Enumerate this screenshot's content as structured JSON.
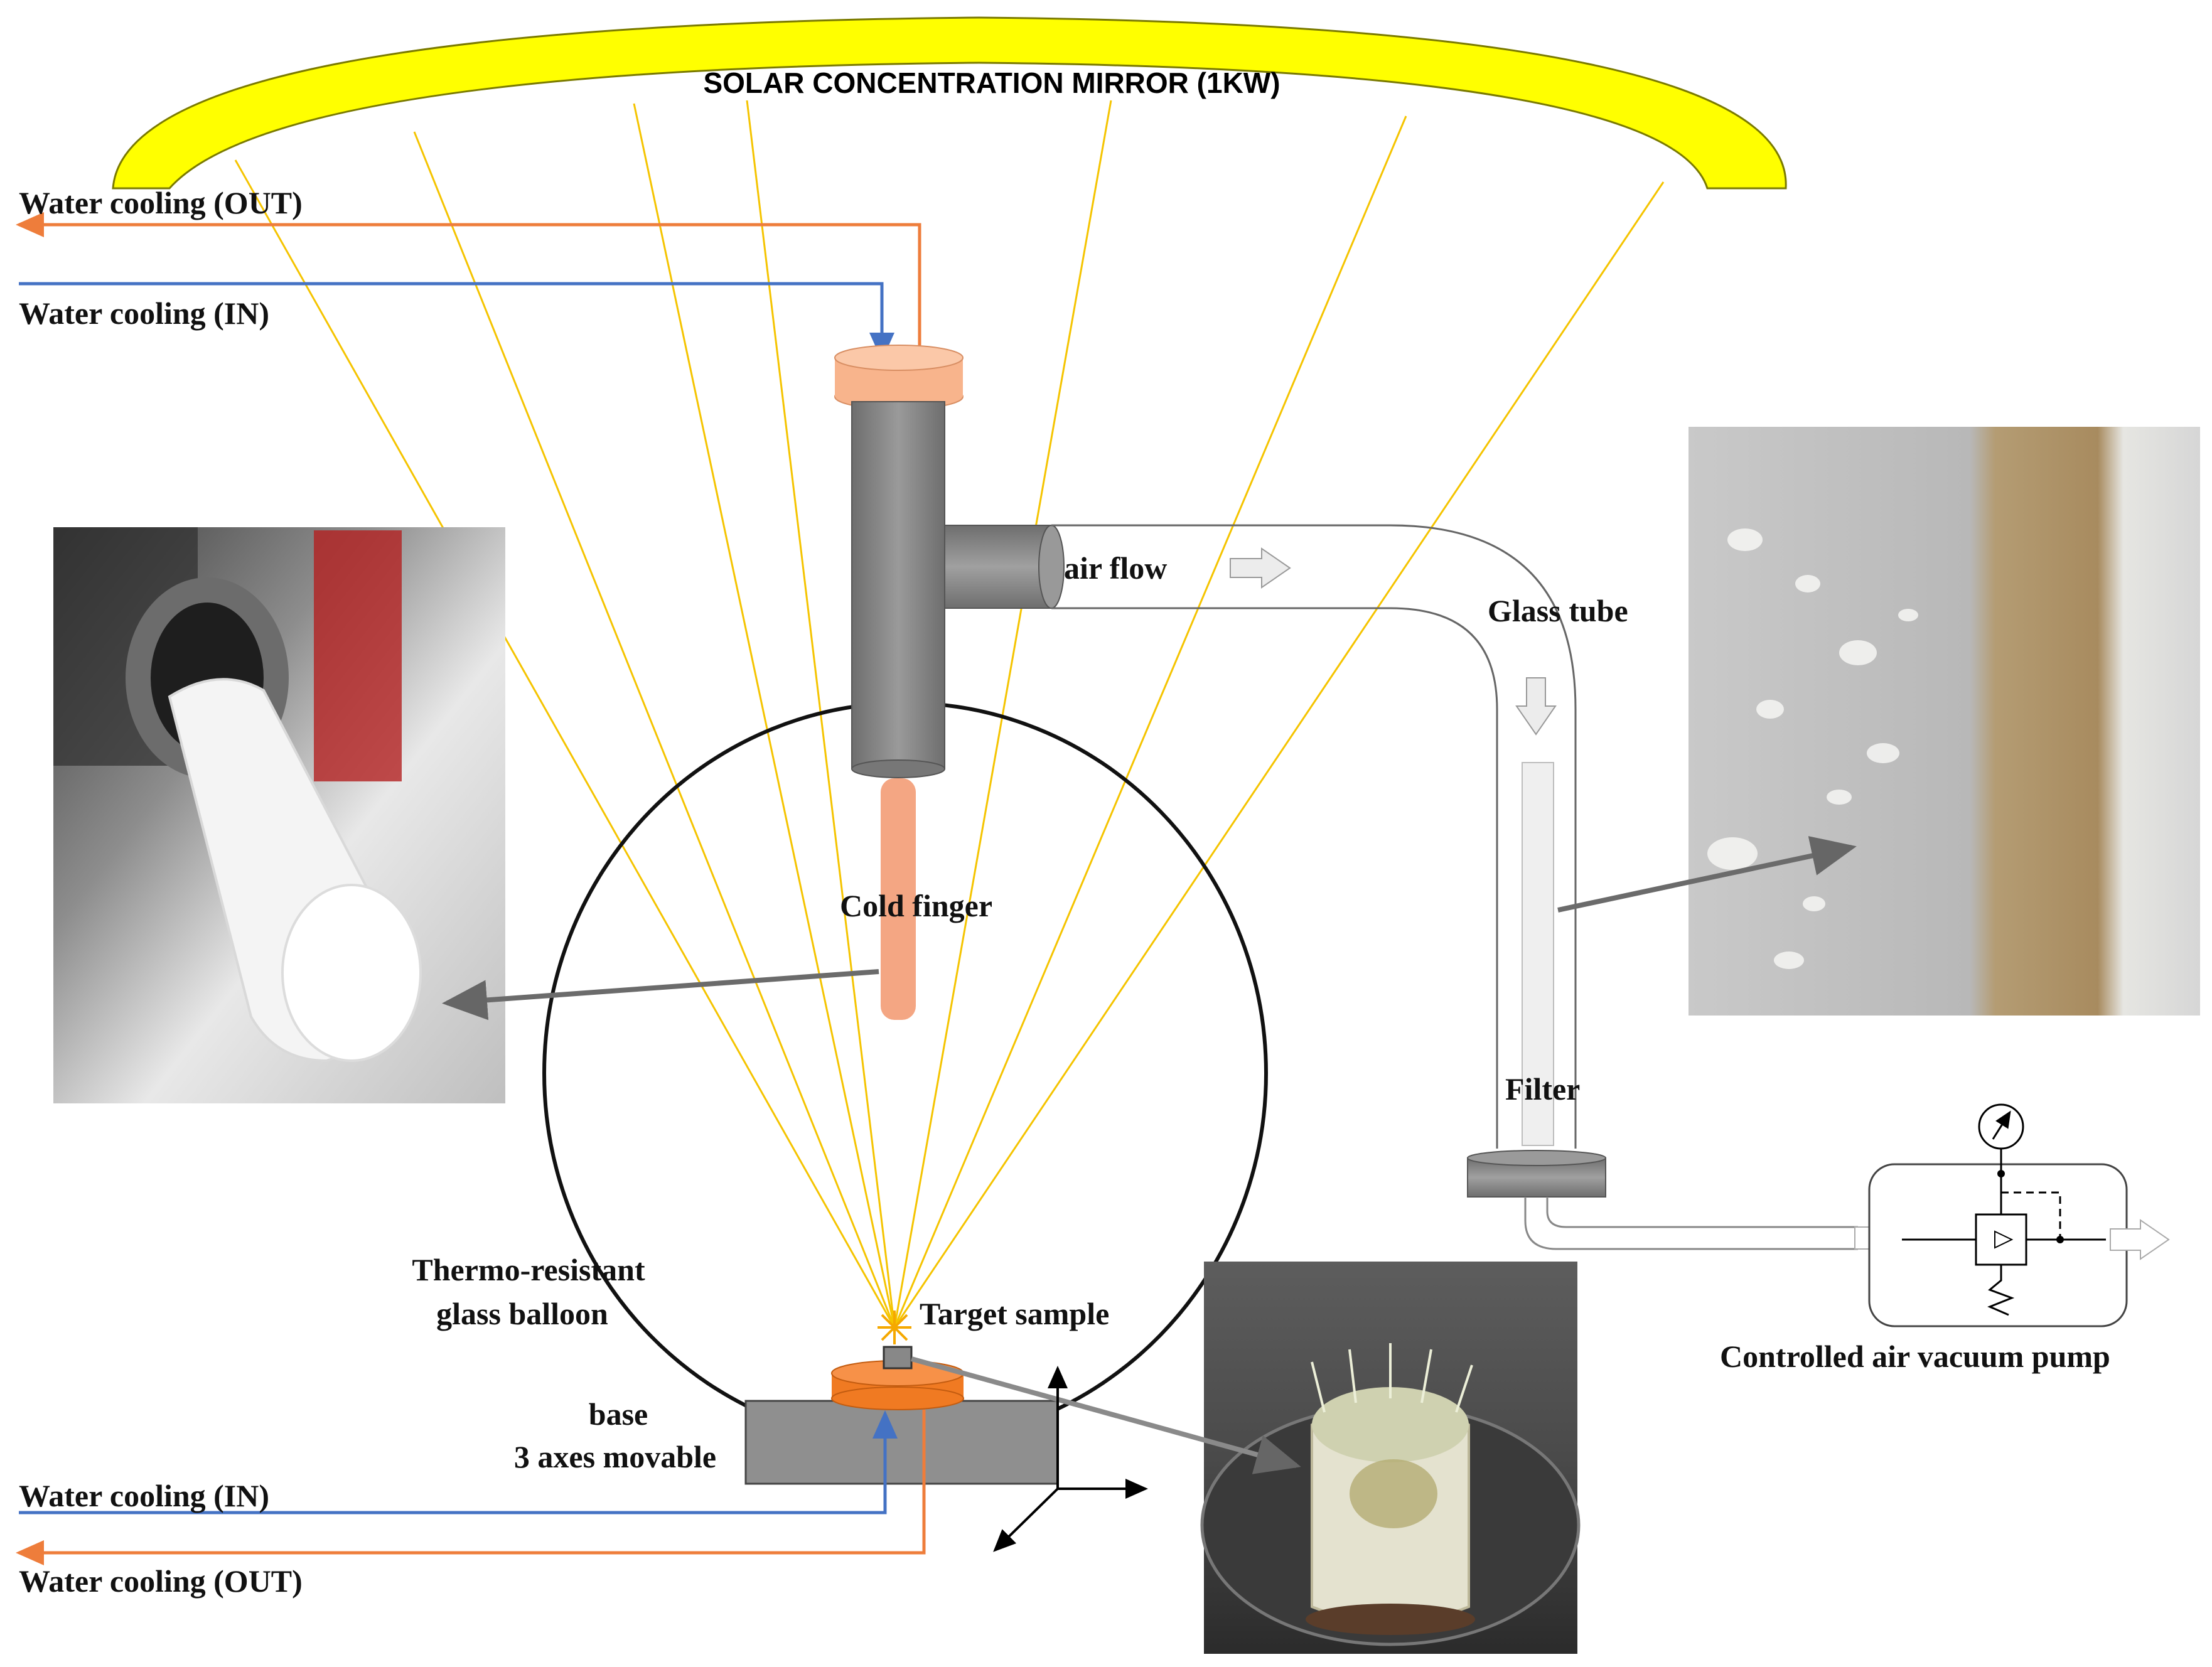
{
  "labels": {
    "mirror": "SOLAR CONCENTRATION MIRROR (1KW)",
    "water_out_top": "Water cooling (OUT)",
    "water_in_top": "Water cooling (IN)",
    "air_flow": "air flow",
    "glass_tube": "Glass tube",
    "cold_finger": "Cold finger",
    "filter": "Filter",
    "balloon_line1": "Thermo-resistant",
    "balloon_line2": "glass balloon",
    "target_sample": "Target sample",
    "base_line1": "base",
    "base_line2": "3 axes movable",
    "water_in_bottom": "Water cooling (IN)",
    "water_out_bottom": "Water cooling (OUT)",
    "pump": "Controlled air vacuum pump"
  },
  "colors": {
    "mirror": "#ffff00",
    "rays": "#f5c400",
    "water_out": "#ee7d3b",
    "water_in": "#4472c4",
    "cold_finger": "#f4a683",
    "cooling_cap": "#f8b48c",
    "base_disc": "#f07a22",
    "cylinder": "#808080"
  },
  "icons": {
    "gauge": "pressure-gauge-icon",
    "flow_arrow": "hollow-arrow-icon"
  }
}
